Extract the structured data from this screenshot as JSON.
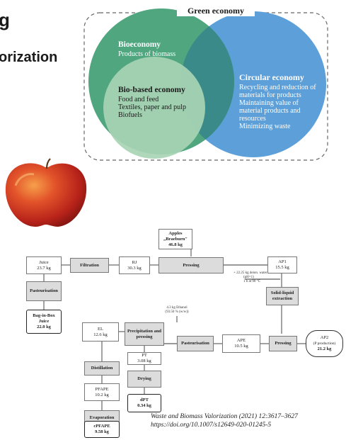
{
  "heading_fragments": [
    "g",
    "orization"
  ],
  "venn": {
    "title": "Green economy",
    "bioeconomy": {
      "title": "Bioeconomy",
      "lines": [
        "Products of biomass"
      ]
    },
    "biobased": {
      "title": "Bio-based economy",
      "lines": [
        "Food and feed",
        "Textiles, paper and pulp",
        "Biofuels"
      ]
    },
    "circular": {
      "title": "Circular economy",
      "lines": [
        "Recycling and reduction of",
        "materials for products",
        "Maintaining value of",
        "material products and",
        "resources",
        "Minimizing waste"
      ]
    },
    "colors": {
      "bioeconomy": "#4fa67f",
      "biobased": "#a8d4b4",
      "circular": "#5d9fd8",
      "overlap": "#3a8a8a"
    }
  },
  "flow": {
    "apples": {
      "label": "Apples",
      "sub": "„Braeburn\"",
      "value": "46.8 kg"
    },
    "juice": {
      "label": "Juice",
      "value": "23.7 kg"
    },
    "filtration": "Filtration",
    "rj": {
      "label": "RJ",
      "value": "30.3 kg"
    },
    "pressing_top": "Pressing",
    "ap1": {
      "label": "AP1",
      "value": "15.5 kg"
    },
    "pasteurisation_left": "Pasteurisation",
    "bib": {
      "label": "Bag-in-Box",
      "label2": "Juice",
      "value": "22.0 kg"
    },
    "water_note": [
      "+ 22.25 kg deion. water",
      "(pH=1)",
      "1 h at 90 °C"
    ],
    "solid_liquid": [
      "Solid-liquid",
      "extraction"
    ],
    "ethanol_note": [
      "4.3 kg Ethanol",
      "(93.50 % (w/w))"
    ],
    "el": {
      "label": "EL",
      "value": "12.6 kg"
    },
    "precipitation": [
      "Precipitation and",
      "pressing"
    ],
    "pasteurisation_mid": "Pasteurisation",
    "ape": {
      "label": "APE",
      "value": "10.5 kg"
    },
    "pressing_right": "Pressing",
    "ap2": {
      "label": "AP2",
      "sub": "(P production)",
      "value": "21.2 kg"
    },
    "distillation": "Distillation",
    "pt": {
      "label": "PT",
      "value": "3.08 kg"
    },
    "pfape": {
      "label": "PFAPE",
      "value": "10.2 kg"
    },
    "drying": "Drying",
    "dpt": {
      "label": "dPT",
      "value": "0.34 kg"
    },
    "evaporation": "Evaporation",
    "cpfape": {
      "label": "cPFAPE",
      "value": "9.58 kg"
    }
  },
  "citation": [
    "Waste and Biomass Valorization (2021) 12:3617–3627",
    "https://doi.org/10.1007/s12649-020-01245-5"
  ]
}
